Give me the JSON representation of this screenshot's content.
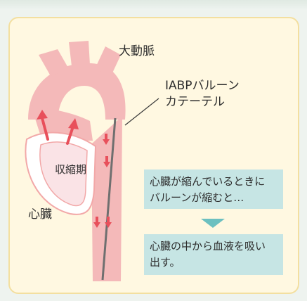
{
  "labels": {
    "aorta": "大動脈",
    "catheter_line1": "IABPバルーン",
    "catheter_line2": "カテーテル",
    "systole": "収縮期",
    "heart": "心臓"
  },
  "info": {
    "box1_line1": "心臓が縮んでいるときに",
    "box1_line2": "バルーンが縮むと…",
    "box2_line1": "心臓の中から血液を吸い",
    "box2_line2": "出す。"
  },
  "colors": {
    "panel_background": "#fff8e1",
    "vessel": "#f4b9b9",
    "arrow": "#e8505b",
    "info_box": "#c6e5e4",
    "down_arrow": "#6cc0c0"
  }
}
